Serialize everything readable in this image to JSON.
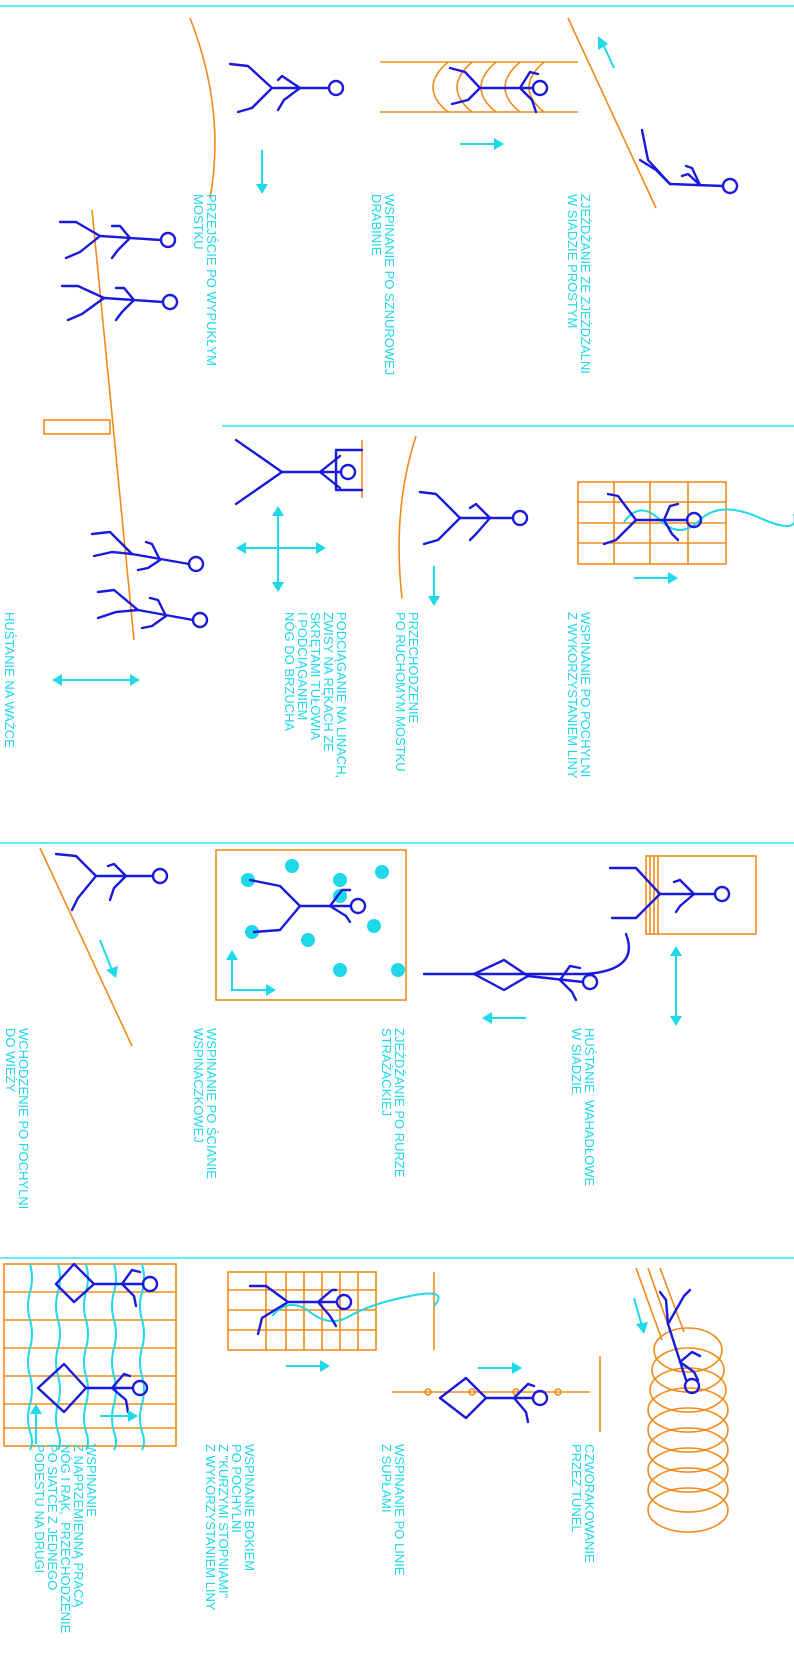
{
  "colors": {
    "label": "#1fd8e8",
    "figure": "#1a1adc",
    "equipment": "#f28a1a",
    "divider": "#00e5f0",
    "arrow": "#1fd8e8"
  },
  "labels": {
    "l1": "ZJEŻDŻANIE ZE ZJEŻDŻALNI\nW SIADZIE PROSTYM",
    "l2": "WSPINANIE PO SZNUROWEJ\nDRABINIE",
    "l3": "PRZEJŚCIE PO WYPUKŁYM\nMOSTKU",
    "l4": "WSPINANIE PO POCHYLNI\nZ WYKORZYSTANIEM LINY",
    "l5": "PRZECHODZENIE\nPO RUCHOMYM MOSTKU",
    "l6": "PODCIĄGANIE NA LINACH,\nZWISY NA RĘKACH ZE\nSKRĘTAMI TUŁOWIA\nI PODCIĄGANIEM\nNÓG DO BRZUCHA",
    "l7": "HUŚTANIE NA WAŻCE",
    "l8": "HUŚTANIE  WAHADŁOWE\nW SIADZIE",
    "l9": "ZJEŻDŻANIE PO RURZE\nSTRAŻACKIEJ",
    "l10": "WSPINANIE PO ŚCIANIE\nWSPINACZKOWEJ",
    "l11": "WCHODZENIE PO POCHYLNI\nDO WIEŻY",
    "l12": "CZWORAKOWANIE\nPRZEZ TUNEL",
    "l13": "WSPINANIE PO LINIE\nZ SUPŁAMI",
    "l14": "WSPINANIE BOKIEM\nPO POCHYLNI\nZ \"KURZYMI STOPNIAMI\"\nZ WYKORZYSTANIEM LINY",
    "l15": "WSPINANIE\nZ NAPRZEMIENNĄ PRACĄ\nNÓG I RĄK,  PRZECHODZENIE\nPO SIATCE Z JEDNEGO\nPODESTU NA DRUGI"
  }
}
